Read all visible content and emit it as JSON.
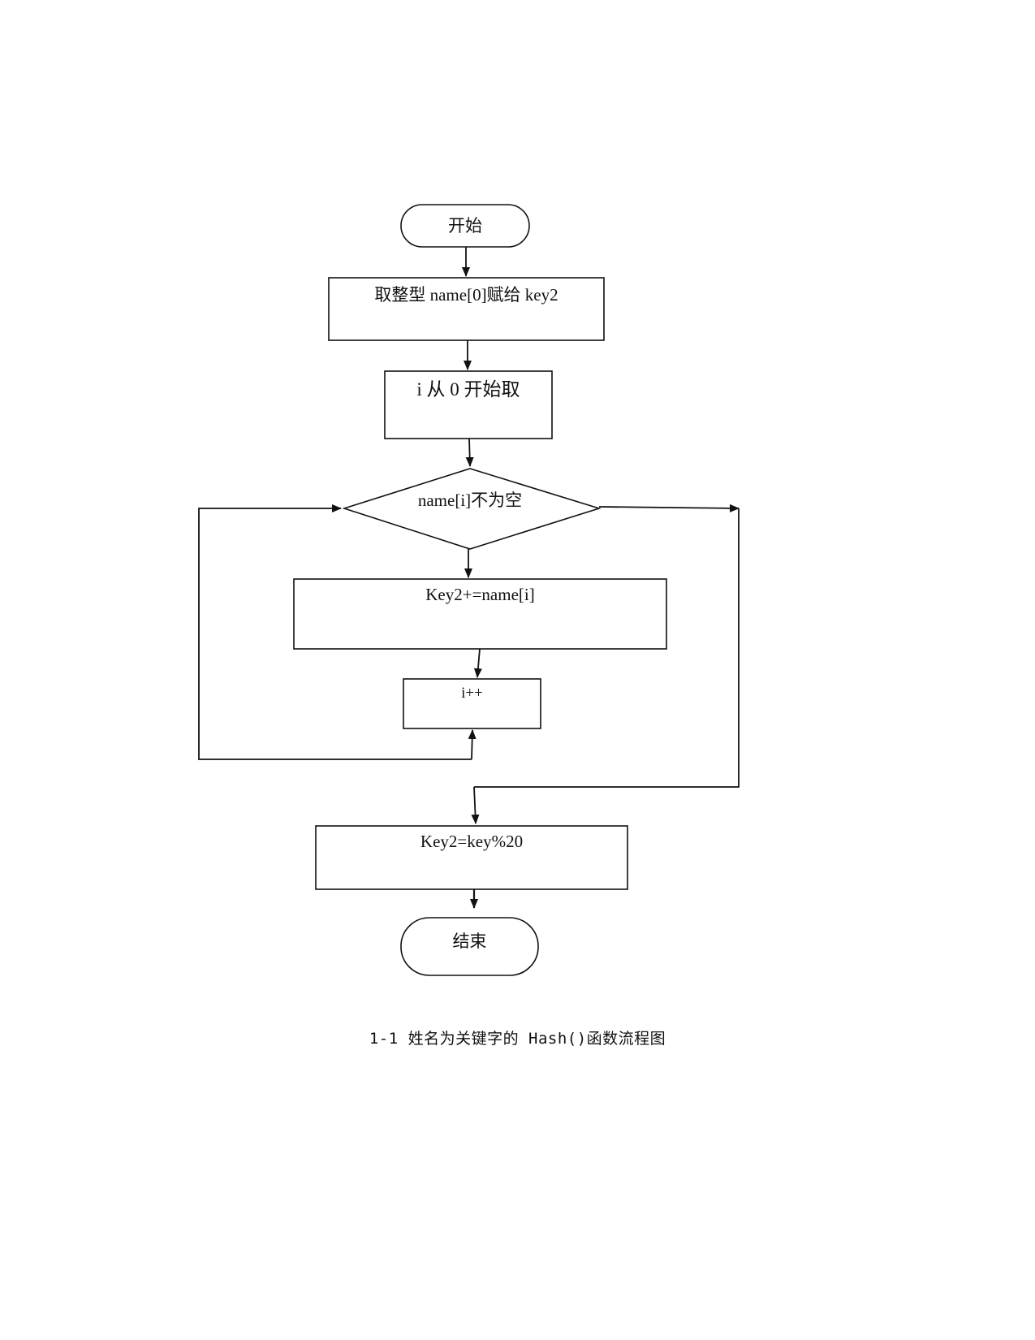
{
  "diagram": {
    "nodes": {
      "start": "开始",
      "init_key": "取整型 name[0]赋给 key2",
      "init_i": "i 从 0 开始取",
      "condition": "name[i]不为空",
      "accumulate": "Key2+=name[i]",
      "increment": "i++",
      "modulo": "Key2=key%20",
      "end": "结束"
    },
    "caption": "1-1 姓名为关键字的 Hash()函数流程图"
  },
  "colors": {
    "stroke": "#111111",
    "background": "#ffffff"
  }
}
